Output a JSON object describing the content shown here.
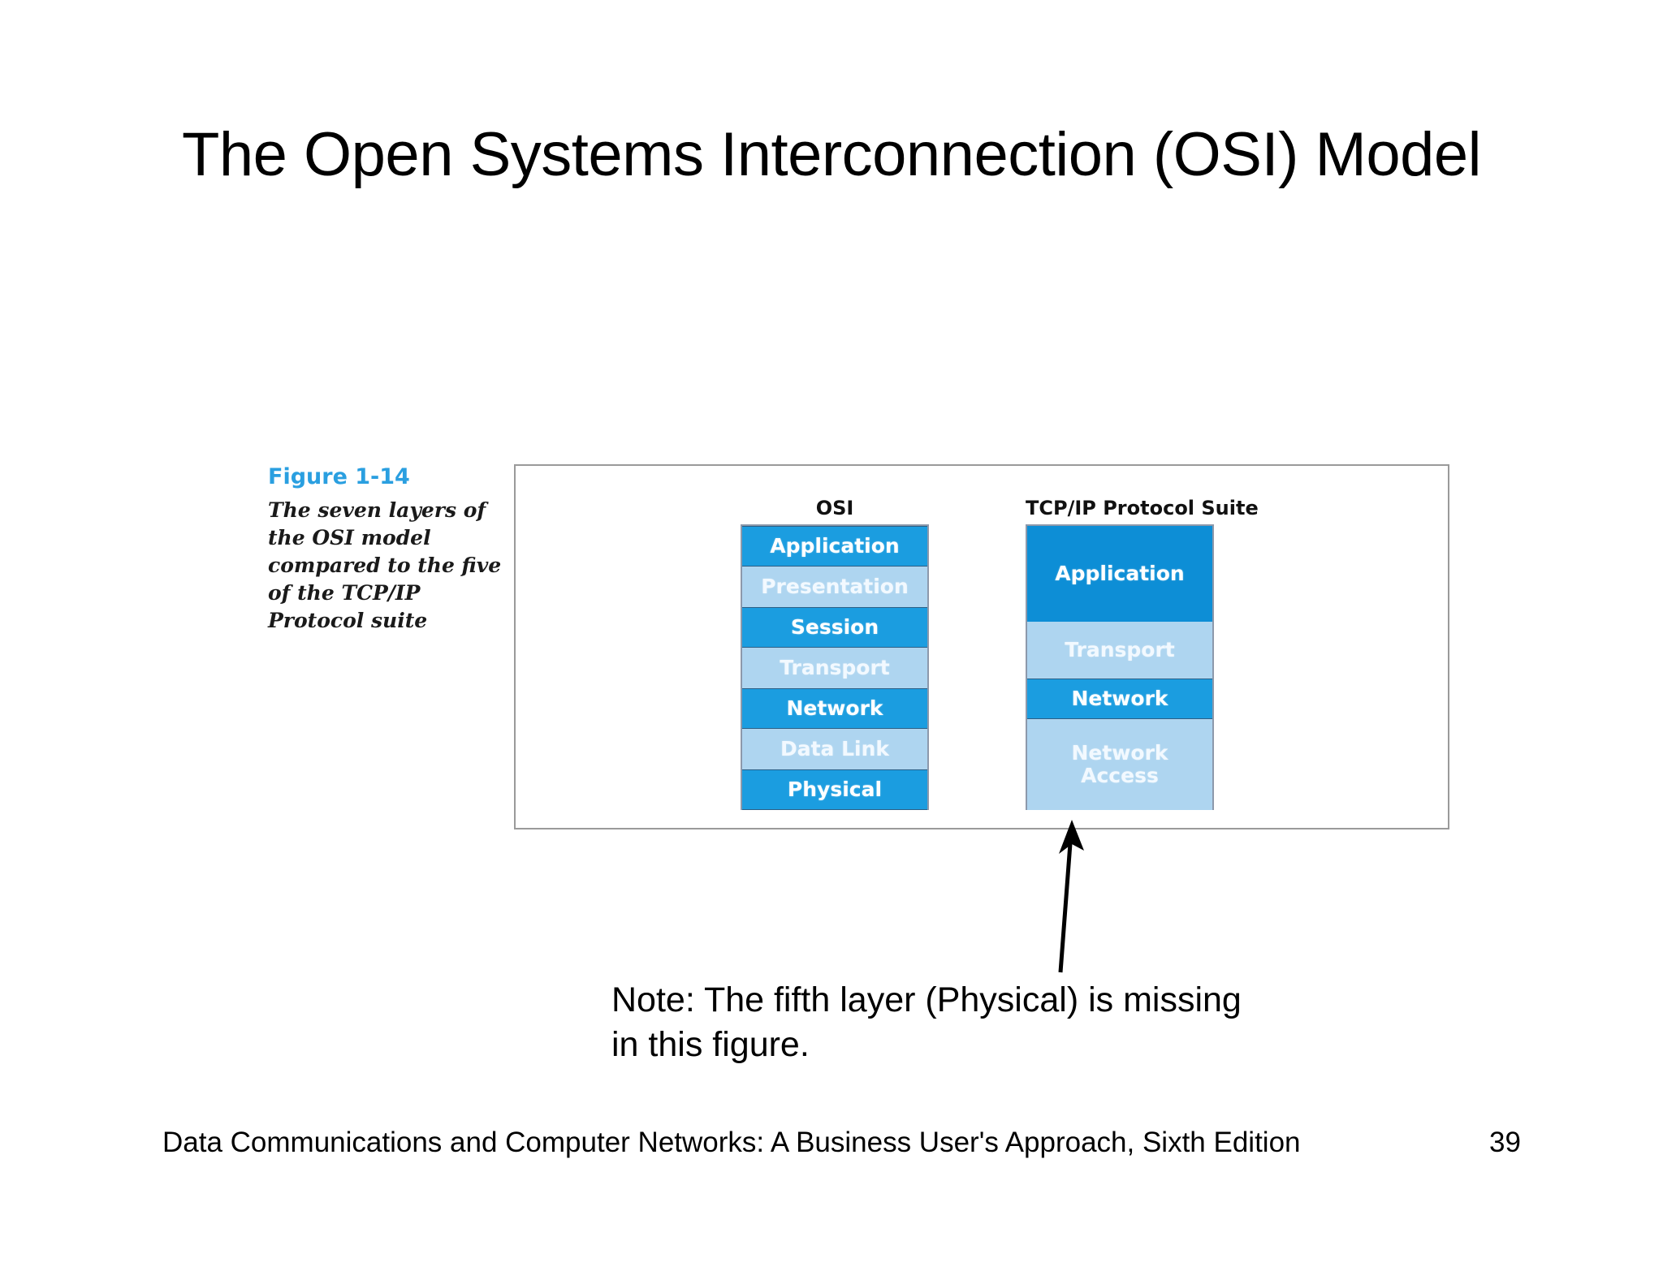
{
  "slide": {
    "title": "The Open Systems Interconnection (OSI) Model"
  },
  "figure": {
    "number": "Figure 1-14",
    "description": "The seven layers of the OSI model compared to the five of the TCP/IP Protocol suite",
    "osi": {
      "header": "OSI",
      "layers": [
        {
          "label": "Application",
          "shade": "dark"
        },
        {
          "label": "Presentation",
          "shade": "light"
        },
        {
          "label": "Session",
          "shade": "dark"
        },
        {
          "label": "Transport",
          "shade": "light"
        },
        {
          "label": "Network",
          "shade": "dark"
        },
        {
          "label": "Data Link",
          "shade": "light"
        },
        {
          "label": "Physical",
          "shade": "dark"
        }
      ]
    },
    "tcpip": {
      "header": "TCP/IP Protocol Suite",
      "layers": [
        {
          "label": "Application",
          "shade": "mid",
          "height": 118
        },
        {
          "label": "Transport",
          "shade": "light",
          "height": 70
        },
        {
          "label": "Network",
          "shade": "dark",
          "height": 50
        },
        {
          "label": "Network Access",
          "shade": "light",
          "height": 112
        }
      ]
    }
  },
  "annotation": {
    "note_line1": "Note: The fifth layer (Physical) is missing",
    "note_line2": "in this figure.",
    "arrow": "up-right-arrow"
  },
  "footer": {
    "source": "Data Communications and Computer Networks: A Business User's Approach, Sixth Edition",
    "page_number": "39"
  },
  "colors": {
    "figure_number": "#2a9fe0",
    "layer_dark": "#1b9de0",
    "layer_mid": "#0d8ed6",
    "layer_light": "#aed5f0",
    "frame_border": "#9a9a9a",
    "stack_border": "#8d99ab"
  }
}
